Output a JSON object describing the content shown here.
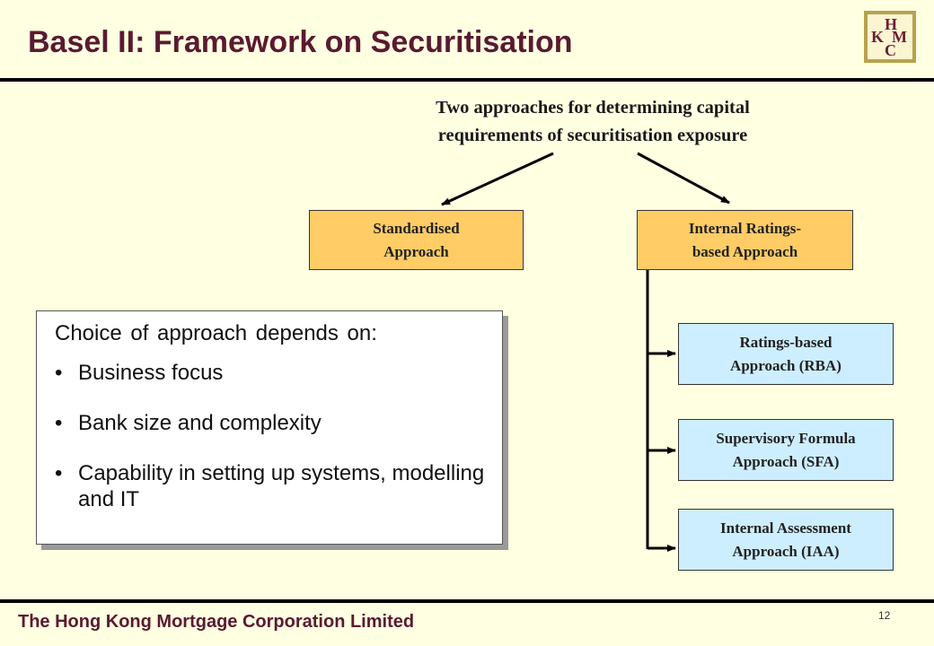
{
  "title": "Basel II: Framework on Securitisation",
  "logo": {
    "letters": [
      "H",
      "K",
      "M",
      "C"
    ]
  },
  "diagram": {
    "heading_line1": "Two approaches for determining capital",
    "heading_line2": "requirements of securitisation exposure",
    "standardised": {
      "line1": "Standardised",
      "line2": "Approach"
    },
    "irb": {
      "line1": "Internal Ratings-",
      "line2": "based Approach"
    },
    "sub_approaches": [
      {
        "line1": "Ratings-based",
        "line2": "Approach (RBA)"
      },
      {
        "line1": "Supervisory Formula",
        "line2": "Approach (SFA)"
      },
      {
        "line1": "Internal Assessment",
        "line2": "Approach (IAA)"
      }
    ]
  },
  "choice": {
    "lead": "Choice of approach depends on:",
    "bullet": "•",
    "items": [
      "Business focus",
      "Bank size and complexity",
      "Capability in setting up systems, modelling and IT"
    ]
  },
  "footer": {
    "company": "The Hong Kong Mortgage Corporation Limited",
    "page": "12"
  },
  "colors": {
    "title": "#5a1a31",
    "background": "#ffffe1",
    "primary_box": "#ffcc66",
    "sub_box": "#cceeff"
  }
}
